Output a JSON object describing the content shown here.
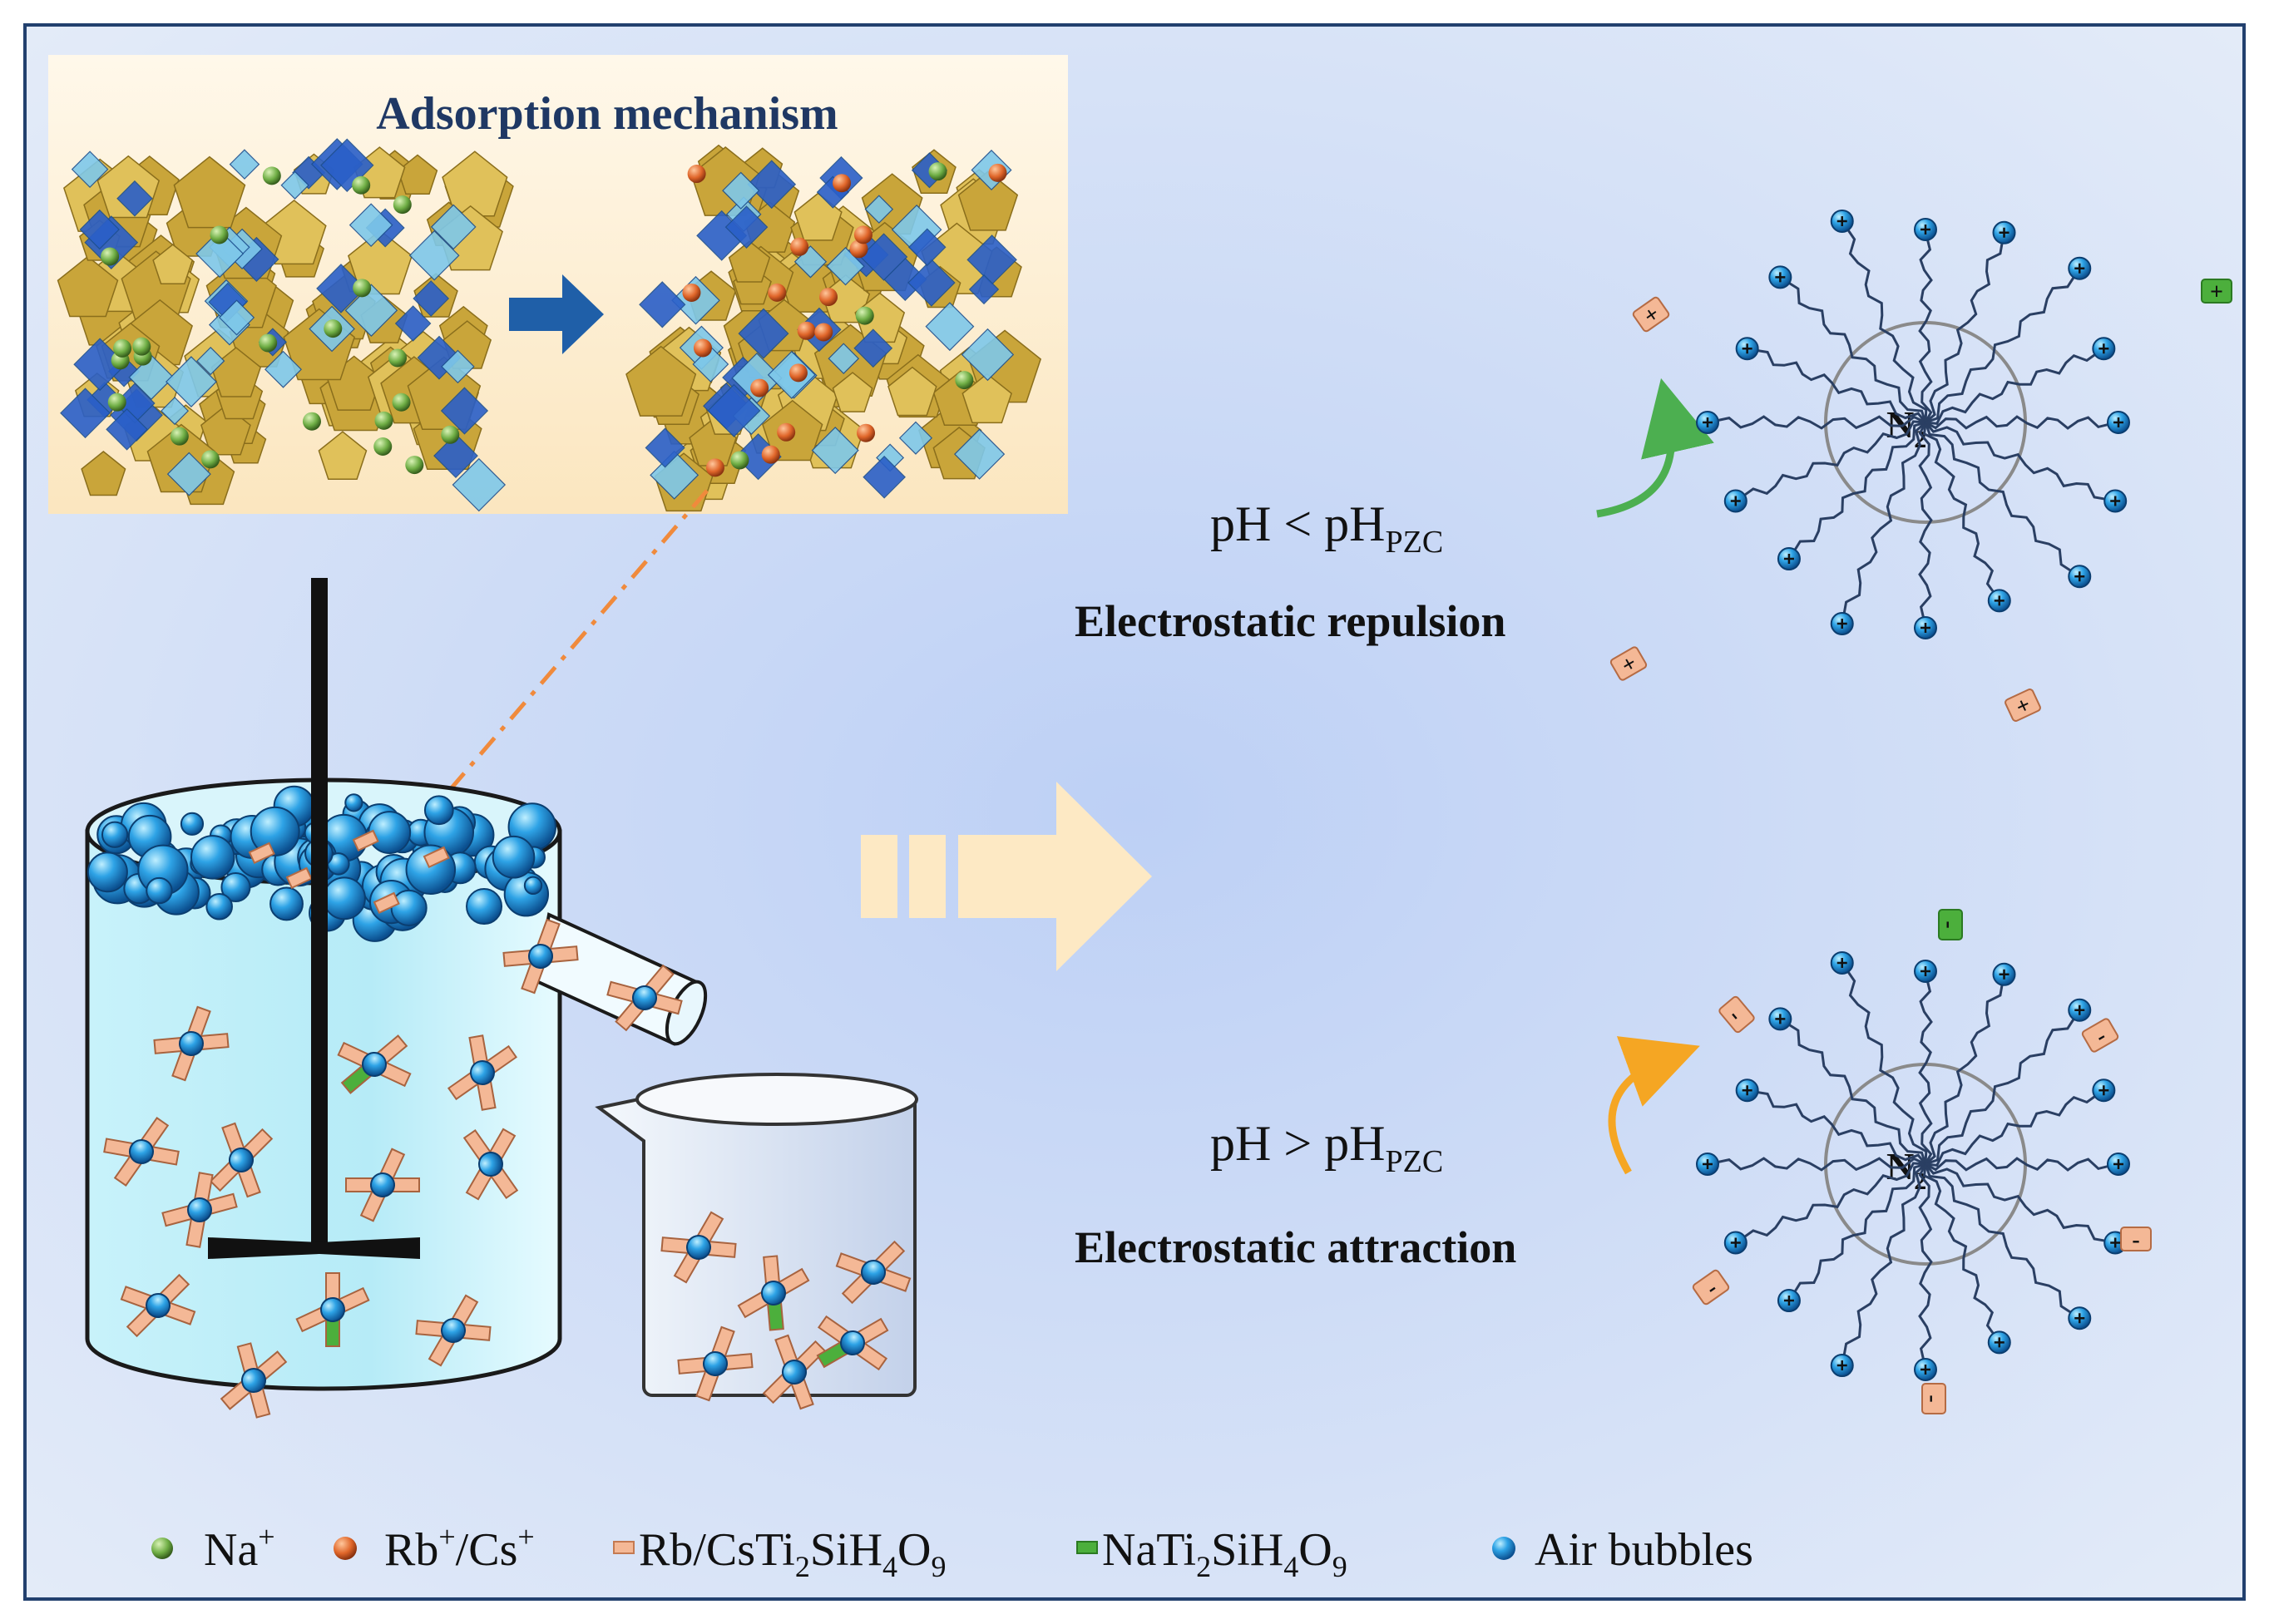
{
  "inset": {
    "title": "Adsorption mechanism"
  },
  "conditions": {
    "low": {
      "ph": "pH < pH",
      "sub": "PZC",
      "label": "Electrostatic repulsion"
    },
    "high": {
      "ph": "pH > pH",
      "sub": "PZC",
      "label": "Electrostatic attraction"
    }
  },
  "bubble_core": {
    "text": "N",
    "sub": "2"
  },
  "charges": {
    "plus": "+",
    "minus": "-"
  },
  "legend": [
    {
      "icon": "green-sphere",
      "color": "#6fae45",
      "text": "Na",
      "sup": "+"
    },
    {
      "icon": "orange-sphere",
      "color": "#e0662a",
      "text": "Rb",
      "sup": "+",
      "text2": "/Cs",
      "sup2": "+"
    },
    {
      "icon": "peach-rect",
      "color": "#f4b896",
      "text": "Rb/CsTi",
      "sub1": "2",
      "text2": "SiH",
      "sub2": "4",
      "text3": "O",
      "sub3": "9"
    },
    {
      "icon": "green-rect",
      "color": "#4caf3c",
      "text": "NaTi",
      "sub1": "2",
      "text2": "SiH",
      "sub2": "4",
      "text3": "O",
      "sub3": "9"
    },
    {
      "icon": "blue-bubble",
      "color": "#1b8fd6",
      "text": "Air bubbles"
    }
  ],
  "colors": {
    "background": "#cfdcf5",
    "inset": "#fdf0d8",
    "title": "#1f3864",
    "arrow": "#fde9c4",
    "repulsion_arrow": "#4caf50",
    "attraction_arrow": "#f5a623",
    "pointer": "#f08a3c"
  }
}
